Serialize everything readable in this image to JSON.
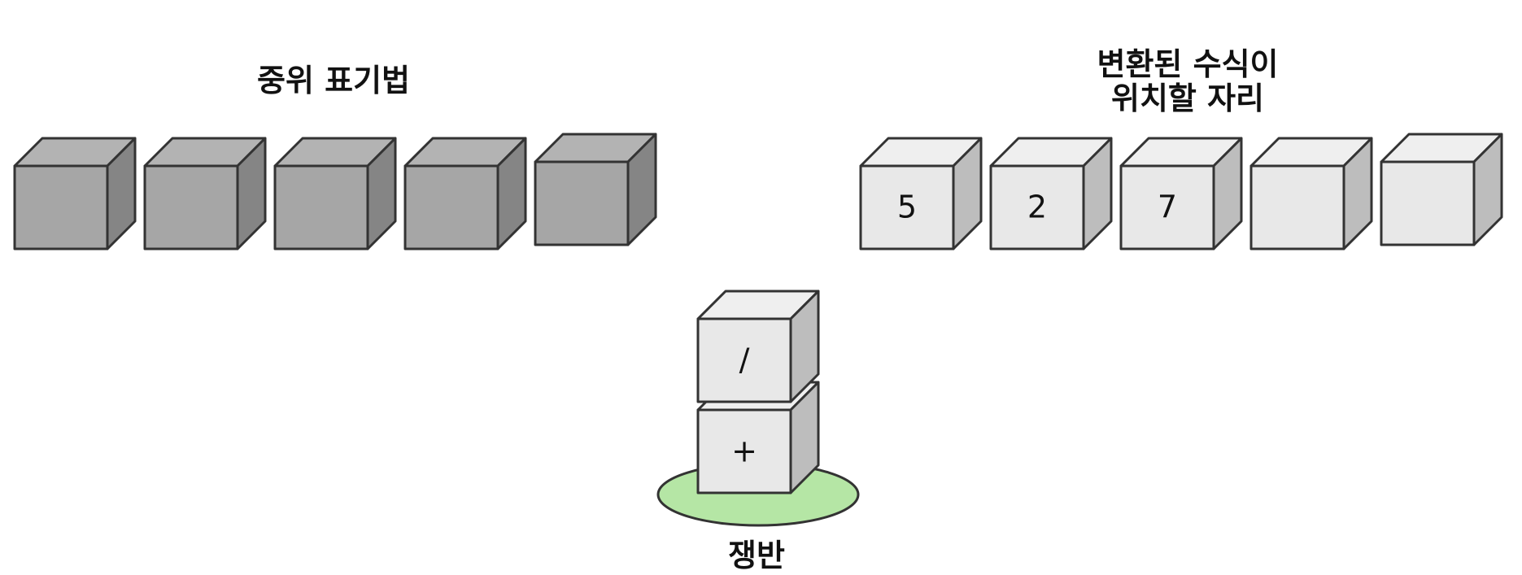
{
  "labels": {
    "infix_title": "중위 표기법",
    "output_title_line1": "변환된 수식이",
    "output_title_line2": "위치할 자리",
    "tray": "쟁반"
  },
  "infix_boxes": [
    "",
    "",
    "",
    "",
    ""
  ],
  "output_boxes": [
    "5",
    "2",
    "7",
    "",
    ""
  ],
  "tray_stack": [
    "/",
    "+"
  ],
  "colors": {
    "infix_front": "#a6a6a6",
    "infix_top": "#b3b3b3",
    "infix_side": "#858585",
    "output_front": "#e8e8e8",
    "output_top": "#efefef",
    "output_side": "#bdbdbd",
    "tray_fill": "#b5e6a5",
    "outline": "#333333"
  }
}
